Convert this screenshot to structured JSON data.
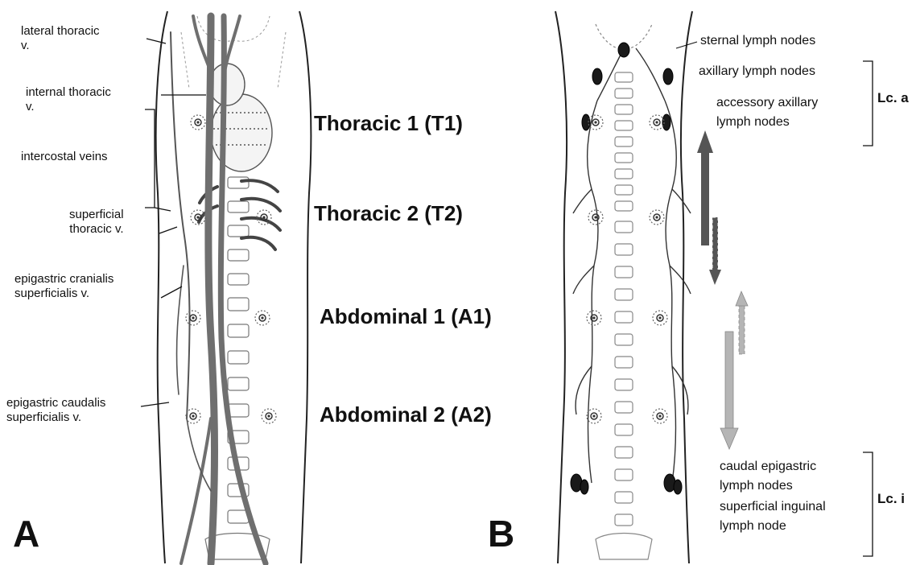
{
  "panel_a": {
    "letter": "A",
    "vein_labels": [
      {
        "line1": "lateral thoracic",
        "line2": "v."
      },
      {
        "line1": "internal thoracic",
        "line2": "v."
      },
      {
        "line1": "intercostal veins",
        "line2": ""
      },
      {
        "line1": "superficial",
        "line2": "thoracic v."
      },
      {
        "line1": "epigastric cranialis",
        "line2": "superficialis v."
      },
      {
        "line1": "epigastric caudalis",
        "line2": "superficialis v."
      }
    ]
  },
  "mammary_levels": [
    "Thoracic 1 (T1)",
    "Thoracic 2 (T2)",
    "Abdominal 1 (A1)",
    "Abdominal 2 (A2)"
  ],
  "panel_b": {
    "letter": "B",
    "node_labels": [
      {
        "line1": "sternal lymph nodes",
        "line2": ""
      },
      {
        "line1": "axillary lymph nodes",
        "line2": ""
      },
      {
        "line1": "accessory axillary",
        "line2": "lymph nodes"
      },
      {
        "line1": "caudal epigastric",
        "line2": "lymph nodes"
      },
      {
        "line1": "superficial inguinal",
        "line2": "lymph node"
      }
    ],
    "groups": [
      "Lc. a",
      "Lc. i"
    ]
  },
  "colors": {
    "vein": "#6f6f6f",
    "arrow_dark": "#555555",
    "arrow_light": "#b5b5b5",
    "outline": "#222222"
  }
}
